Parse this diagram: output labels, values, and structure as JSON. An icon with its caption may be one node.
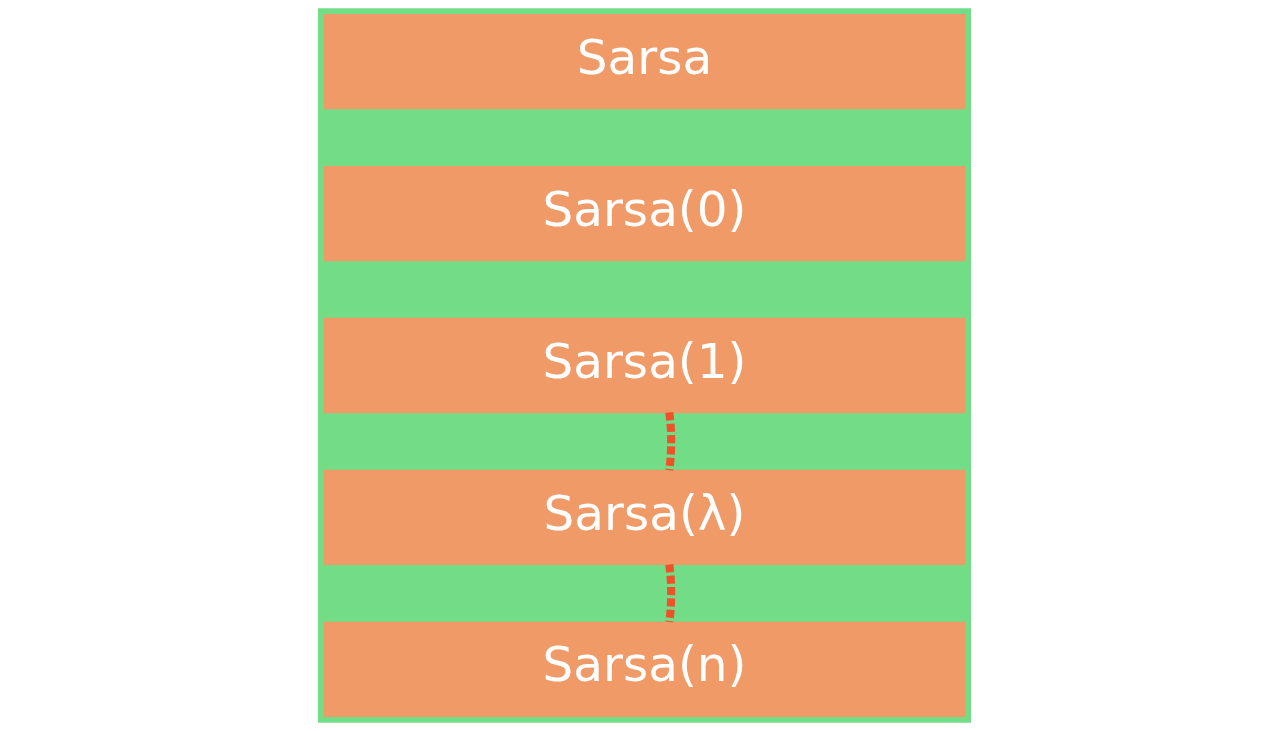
{
  "diagram": {
    "nodes": [
      {
        "text": [
          "Sarsa"
        ]
      },
      {
        "text": [
          "Sarsa(0)"
        ]
      },
      {
        "text": [
          "Sarsa(1)"
        ]
      },
      {
        "text": [
          "Sarsa(λ)"
        ]
      },
      {
        "text": [
          "Sarsa(n)"
        ]
      }
    ],
    "edges": [
      {
        "from": 2,
        "to": 3,
        "arrow": "none",
        "style": "dashed",
        "color": "#f0502a"
      },
      {
        "from": 3,
        "to": 4,
        "arrow": "none",
        "style": "dashed",
        "color": "#f0502a"
      }
    ]
  }
}
